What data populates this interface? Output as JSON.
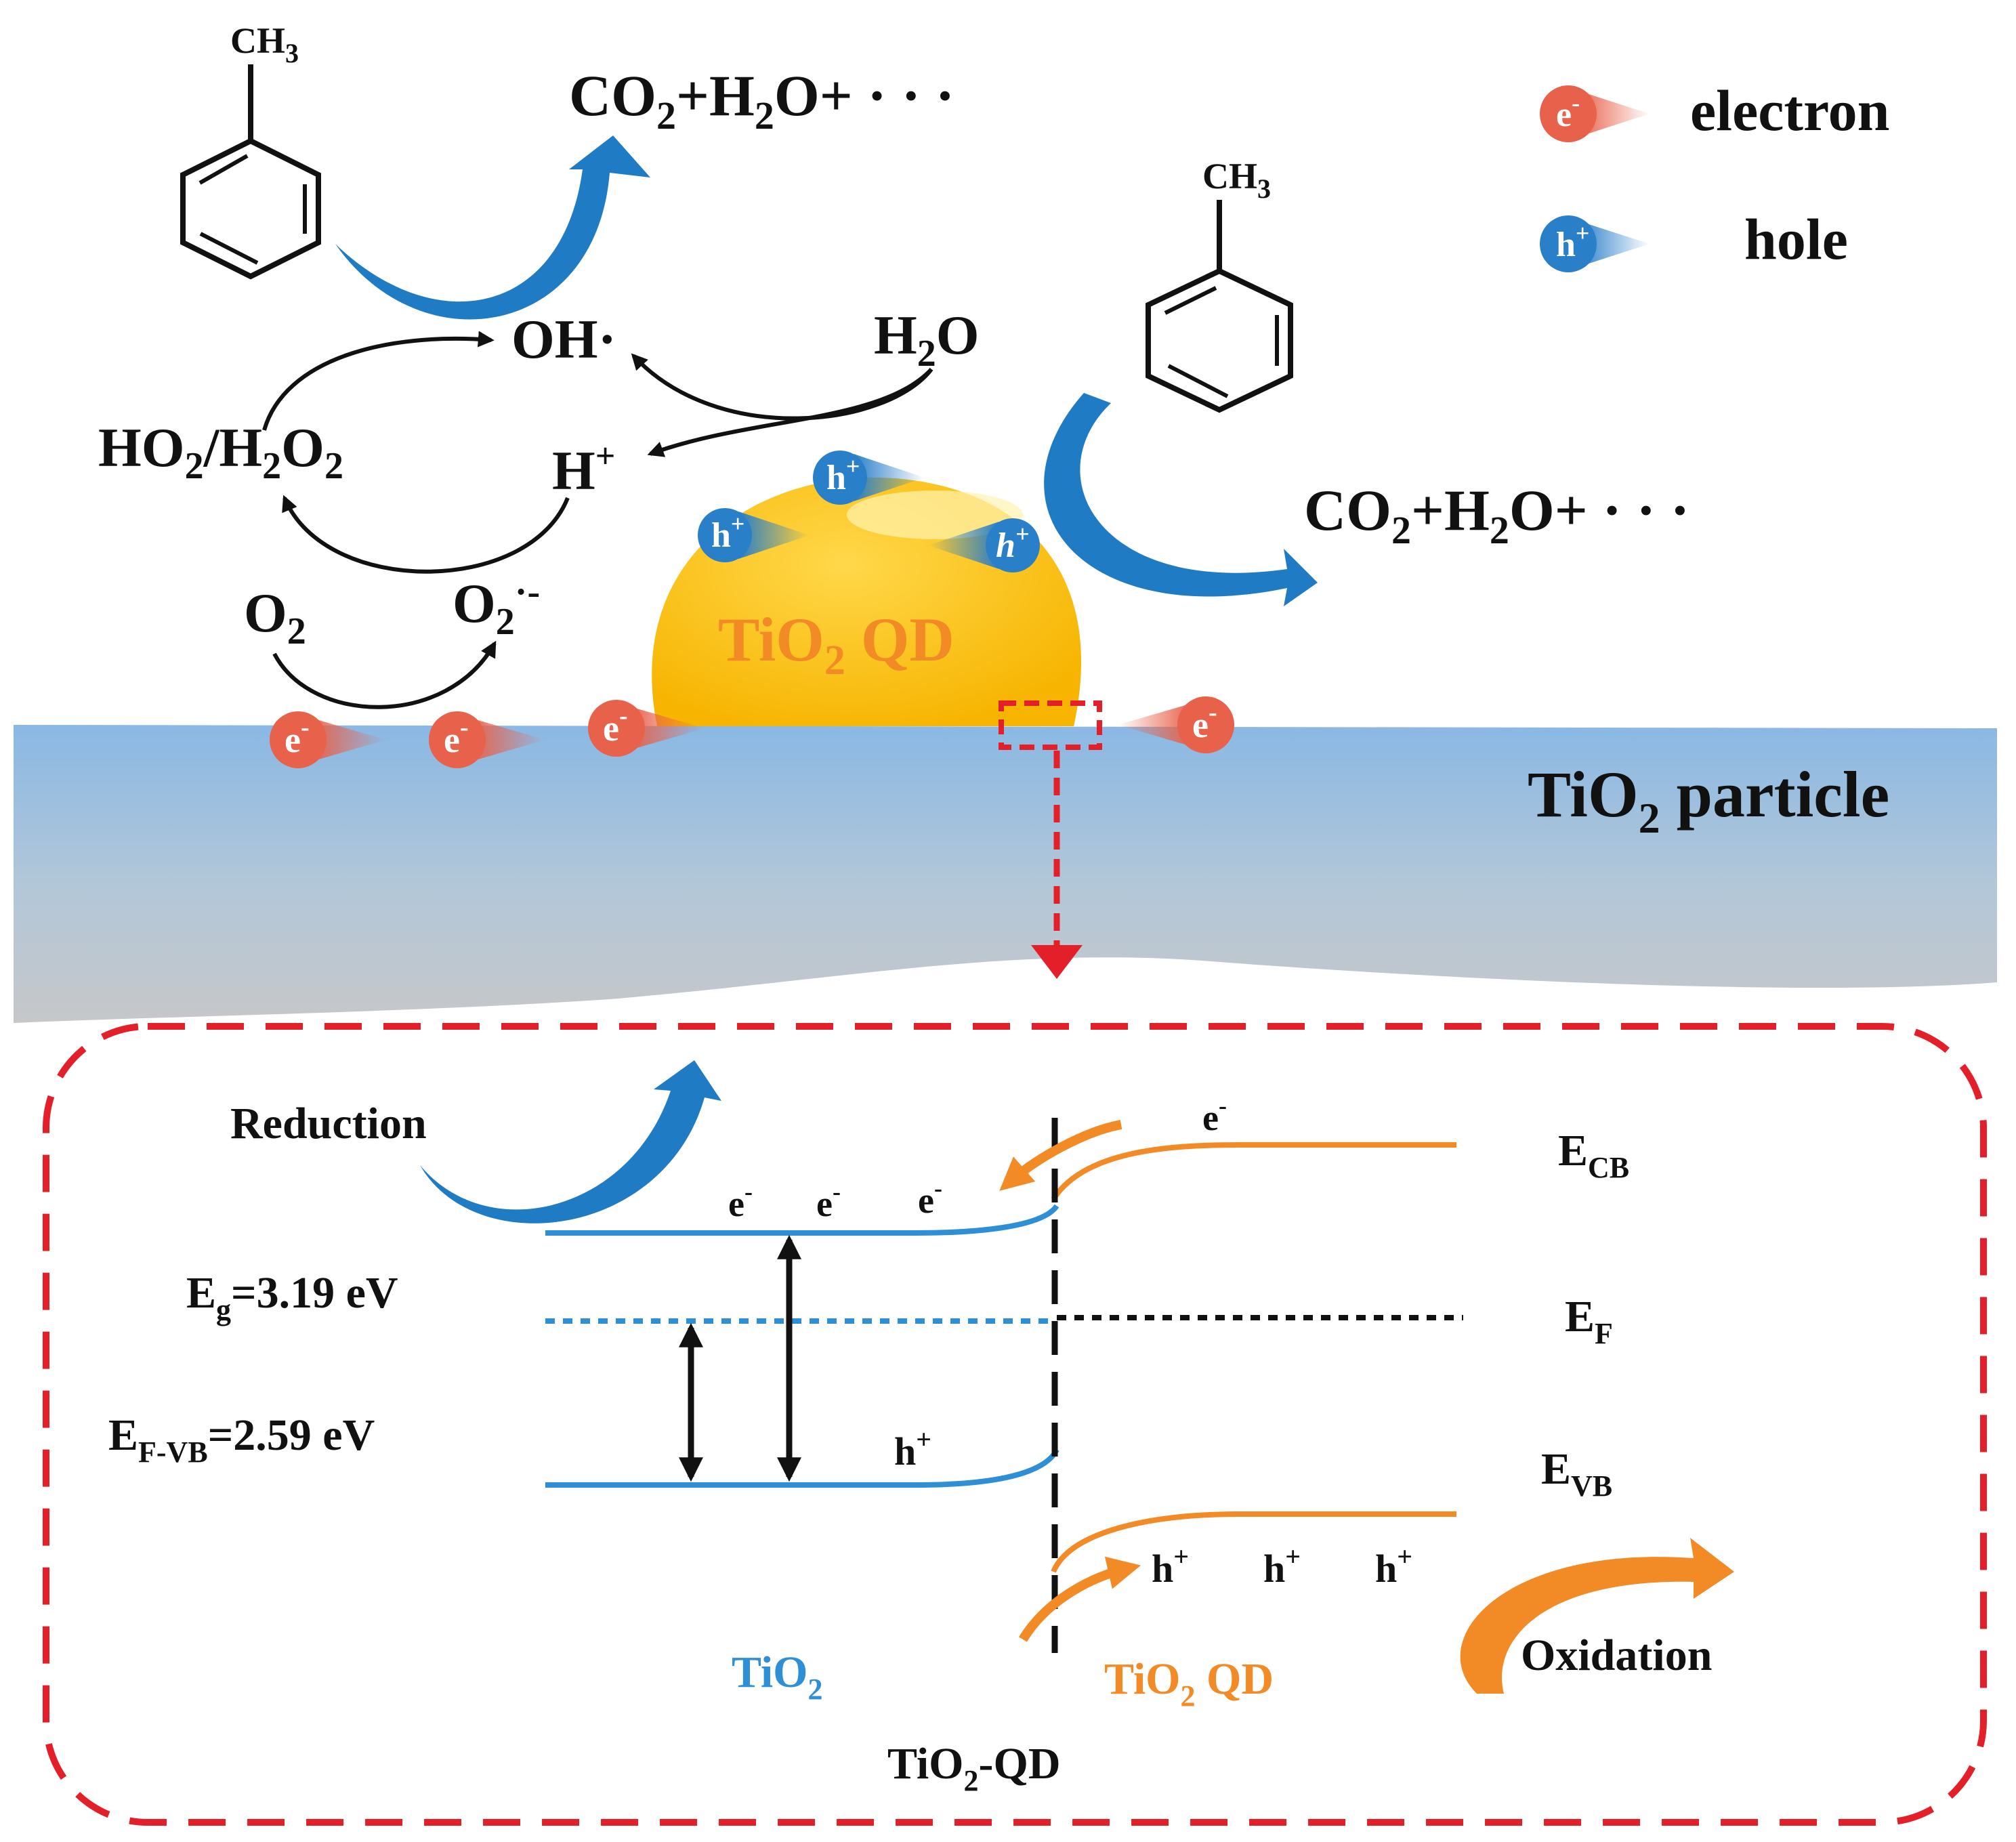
{
  "colors": {
    "electron": "#e8614a",
    "hole": "#2a7fc9",
    "tio2_band": "#2e8fd6",
    "qd_band": "#f28a25",
    "qd_fill": "#ffc61a",
    "particle_top": "#8ab8e4",
    "particle_bottom": "#c6c7c9",
    "dashed_border": "#e3202a",
    "arrow_blue": "#1f7bc4"
  },
  "legend": {
    "electron_symbol": "e",
    "electron_sup": "-",
    "electron_label": "electron",
    "hole_symbol": "h",
    "hole_sup": "+",
    "hole_label": "hole"
  },
  "molecules": {
    "toluene_left_group": "CH",
    "toluene_left_sub": "3",
    "toluene_right_group": "CH",
    "toluene_right_sub": "3"
  },
  "products": {
    "left": {
      "co": "CO",
      "sub1": "2",
      "plus_h": "+H",
      "sub2": "2",
      "rest": "O+ · · ·"
    },
    "right": {
      "co": "CO",
      "sub1": "2",
      "plus_h": "+H",
      "sub2": "2",
      "rest": "O+ · · ·"
    }
  },
  "cycle": {
    "oh": "OH·",
    "h2o_h": "H",
    "h2o_sub": "2",
    "h2o_o": "O",
    "ho2_a": "HO",
    "ho2_sub1": "2",
    "ho2_b": "/H",
    "ho2_sub2": "2",
    "ho2_c": "O",
    "ho2_sub3": "2",
    "hplus": "H",
    "hplus_sup": "+",
    "o2": "O",
    "o2_sub": "2",
    "o2rad": "O",
    "o2rad_sub": "2",
    "o2rad_sup": "·-"
  },
  "quantum_dot": {
    "label_a": "TiO",
    "label_sub": "2",
    "label_b": " QD"
  },
  "particle": {
    "label_a": "TiO",
    "label_sub": "2",
    "label_b": " particle"
  },
  "surface_charges": {
    "electron_symbol": "e",
    "electron_sup": "-",
    "hole_symbol": "h",
    "hole_sup": "+"
  },
  "band_diagram": {
    "reduction": "Reduction",
    "oxidation": "Oxidation",
    "e_minus": "e",
    "minus_sup": "-",
    "h_plus": "h",
    "plus_sup": "+",
    "eg_a": "E",
    "eg_sub": "g",
    "eg_b": "=3.19 eV",
    "efvb_a": "E",
    "efvb_sub": "F-VB",
    "efvb_b": "=2.59 eV",
    "ecb": "E",
    "ecb_sub": "CB",
    "ef": "E",
    "ef_sub": "F",
    "evb": "E",
    "evb_sub": "VB",
    "tio2_a": "TiO",
    "tio2_sub": "2",
    "qd_a": "TiO",
    "qd_sub": "2",
    "qd_b": " QD",
    "junction_a": "TiO",
    "junction_sub": "2",
    "junction_b": "-QD"
  }
}
